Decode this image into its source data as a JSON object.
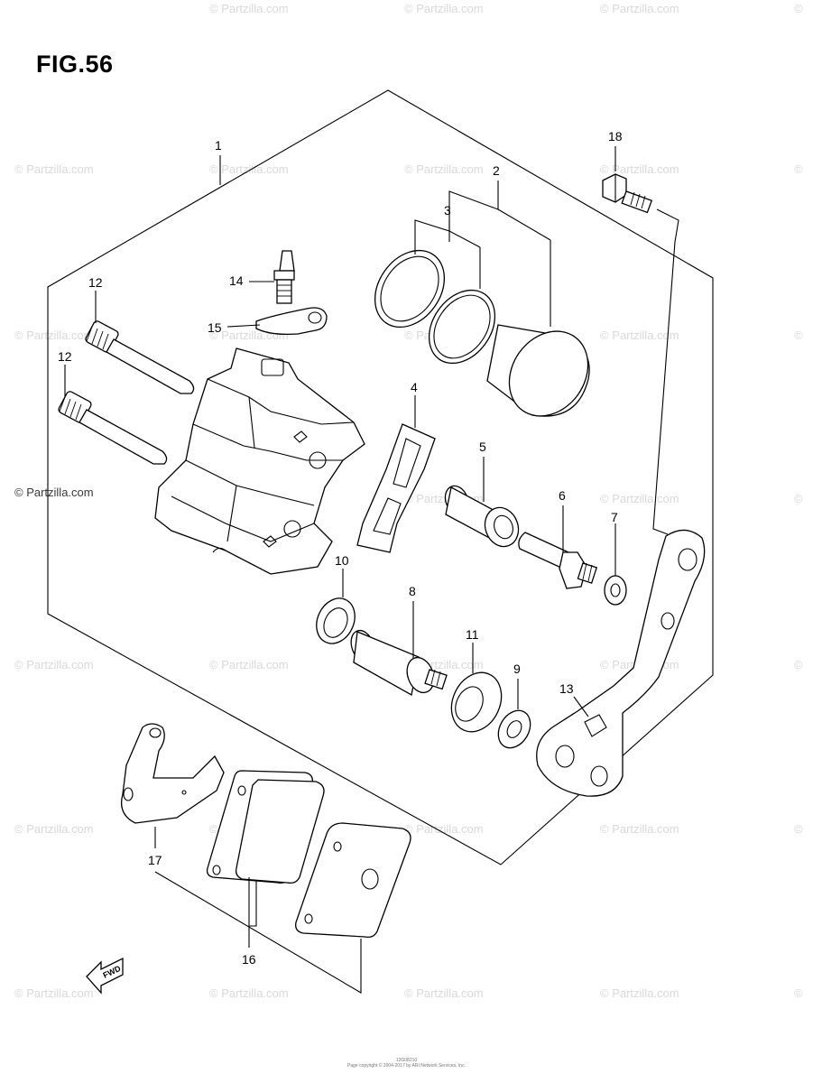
{
  "figure": {
    "title": "FIG.56"
  },
  "watermarks": {
    "text": "© Partzilla.com",
    "edge_text": "©",
    "highlight_text": "© Partzilla.com"
  },
  "fwd_label": "FWD",
  "callouts": [
    "1",
    "2",
    "3",
    "4",
    "5",
    "6",
    "7",
    "8",
    "9",
    "10",
    "11",
    "12",
    "12",
    "13",
    "14",
    "15",
    "16",
    "17",
    "18"
  ],
  "footer": {
    "code": "12G08210",
    "copyright": "Page copyright © 2004-2017 by ARI Network Services, Inc."
  }
}
